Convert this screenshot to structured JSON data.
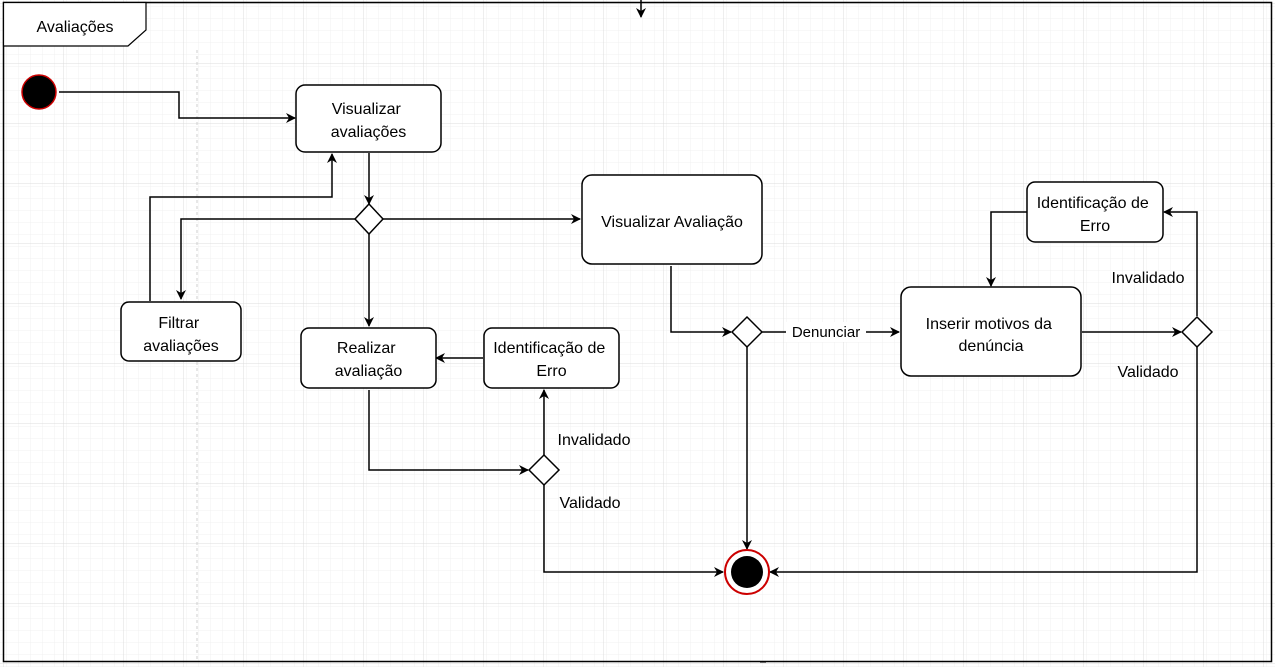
{
  "frame": {
    "title": "Avaliações"
  },
  "nodes": {
    "visualizar_avaliacoes": [
      "Visualizar",
      "avaliações"
    ],
    "filtrar_avaliacoes": [
      "Filtrar",
      "avaliações"
    ],
    "visualizar_avaliacao": [
      "Visualizar Avaliação"
    ],
    "realizar_avaliacao": [
      "Realizar",
      "avaliação"
    ],
    "identificacao_erro_1": [
      "Identificação de",
      "Erro"
    ],
    "identificacao_erro_2": [
      "Identificação de",
      "Erro"
    ],
    "inserir_motivos": [
      "Inserir motivos da",
      "denúncia"
    ]
  },
  "edge_labels": {
    "denunciar": "Denunciar",
    "invalidado_1": "Invalidado",
    "validado_1": "Validado",
    "invalidado_2": "Invalidado",
    "validado_2": "Validado"
  },
  "colors": {
    "line": "#000000",
    "grid_minor": "#f0f0f0",
    "grid_major": "#d8d8d8",
    "terminal_ring": "#cc0000",
    "node_fill": "#ffffff"
  }
}
